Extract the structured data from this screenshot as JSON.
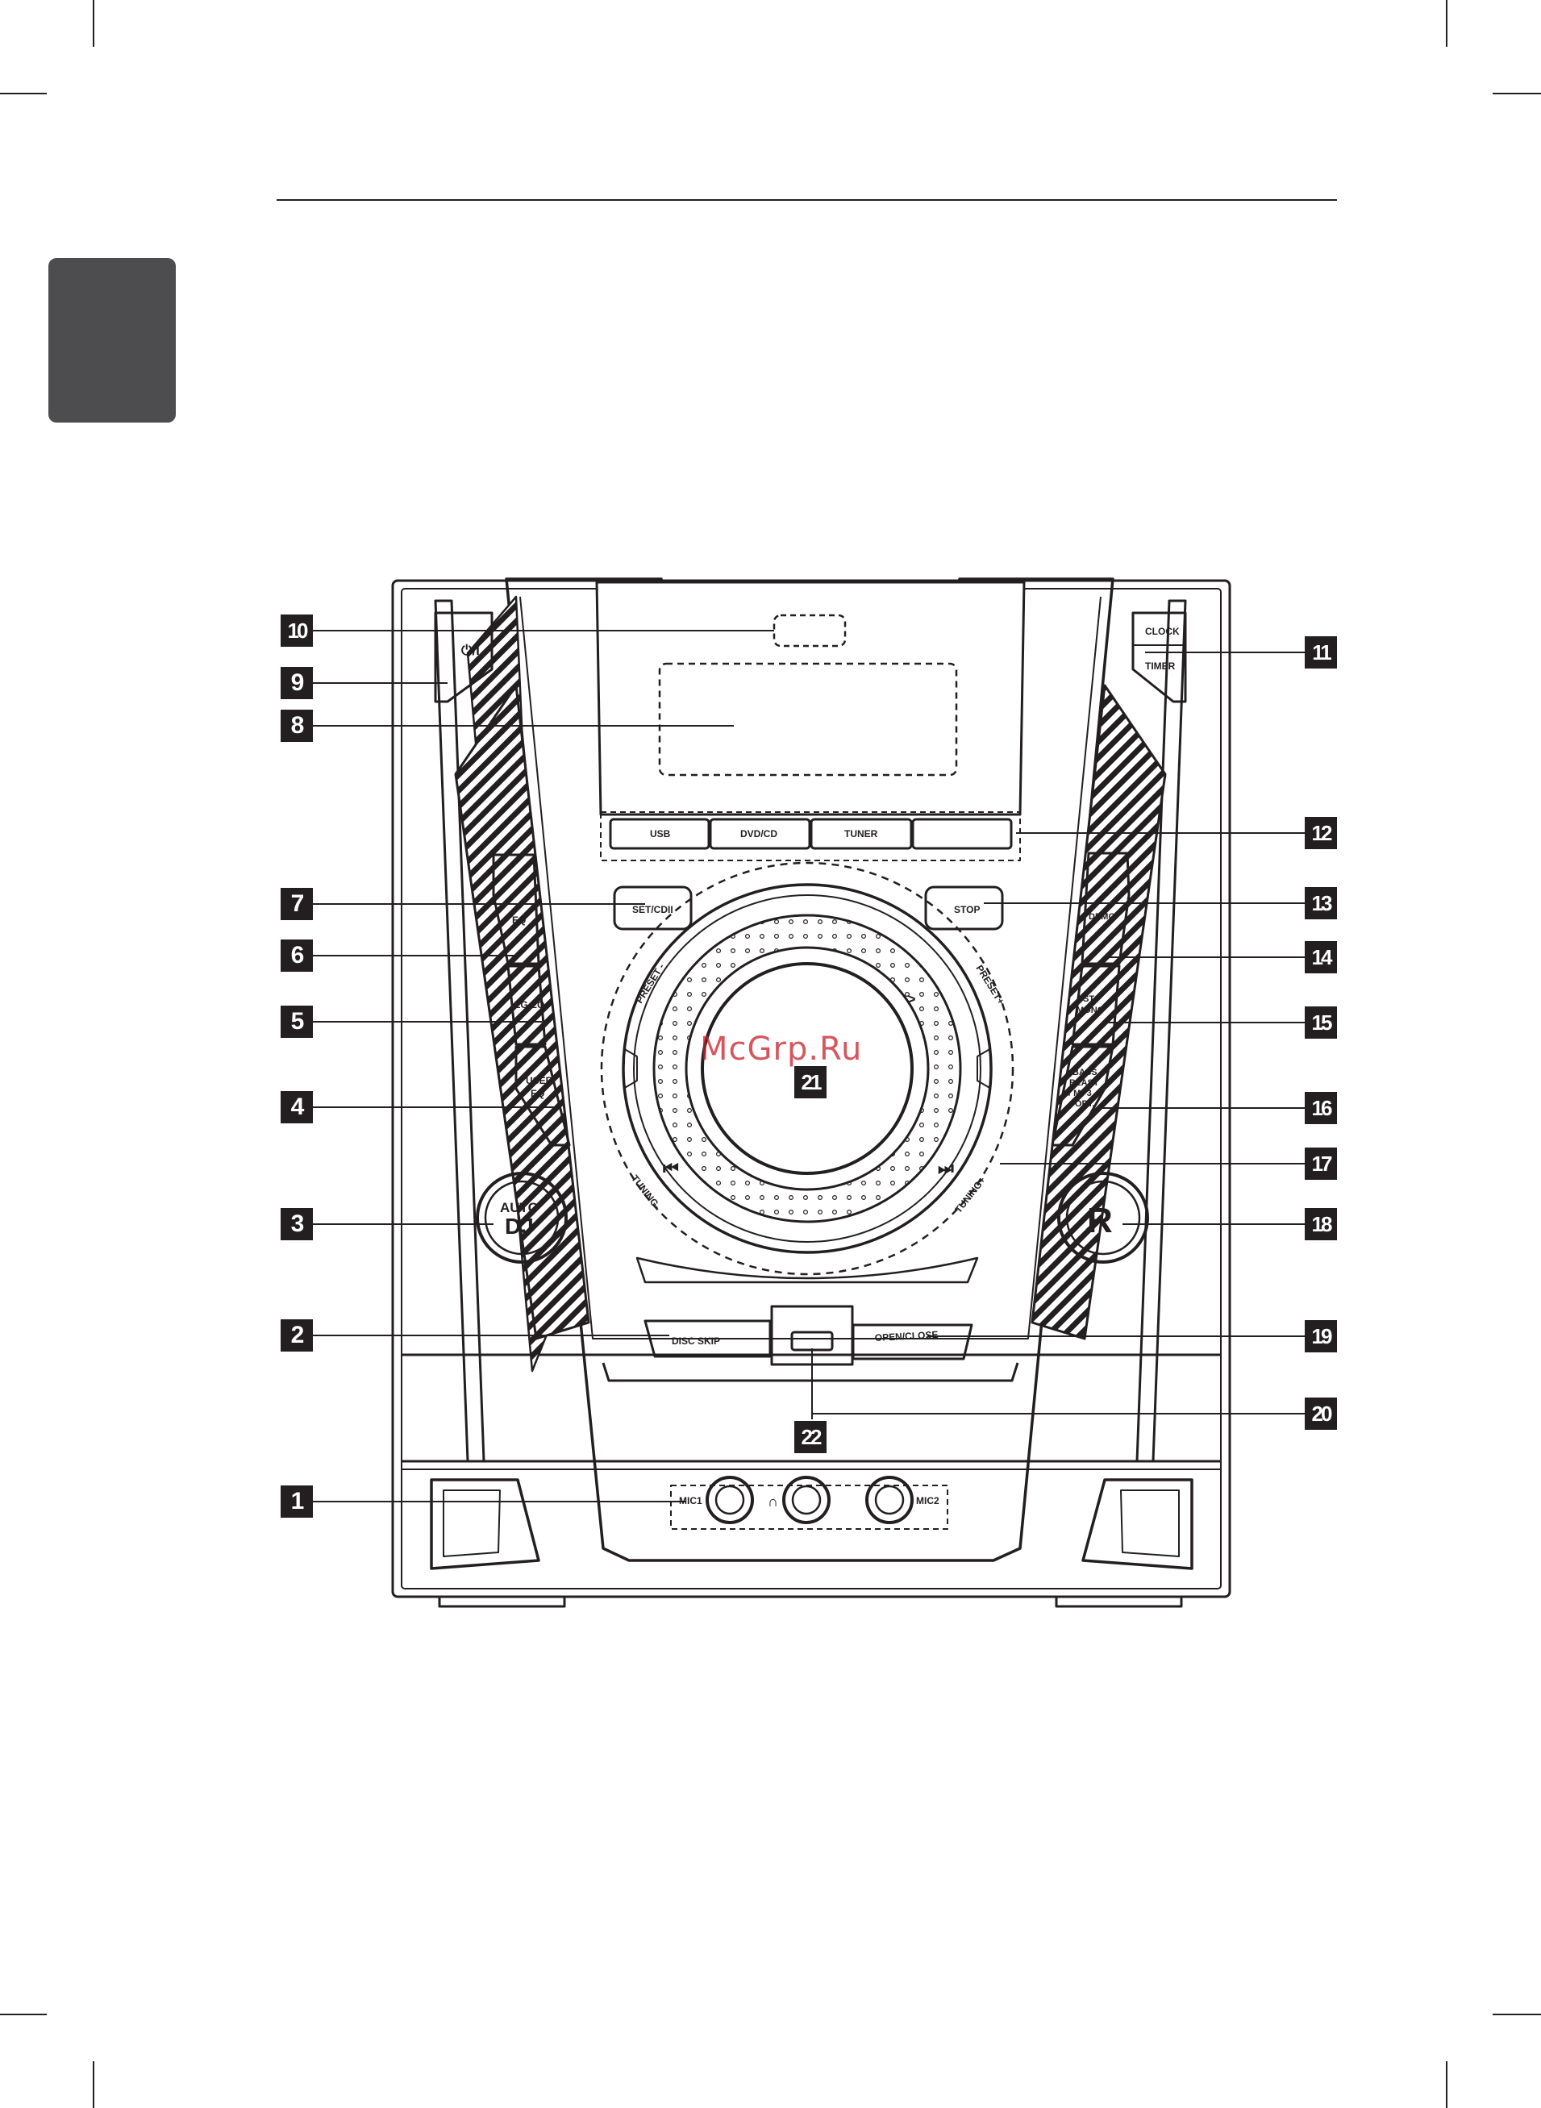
{
  "document": {
    "watermark": "McGrp.Ru",
    "callouts": {
      "c1": "1",
      "c2": "2",
      "c3": "3",
      "c4": "4",
      "c5": "5",
      "c6": "6",
      "c7": "7",
      "c8": "8",
      "c9": "9",
      "c10": "10",
      "c11": "11",
      "c12": "12",
      "c13": "13",
      "c14": "14",
      "c15": "15",
      "c16": "16",
      "c17": "17",
      "c18": "18",
      "c19": "19",
      "c20": "20",
      "c21": "21",
      "c22": "22"
    },
    "labels": {
      "power": "⏻/I",
      "clock": "CLOCK",
      "timer": "TIMER",
      "usb": "USB",
      "dvd_cd": "DVD/CD",
      "tuner": "TUNER",
      "set_cdii": "SET/CDII",
      "stop": "STOP",
      "eq": "EQ",
      "lg_eq": "LG EQ",
      "user_eq_1": "USER",
      "user_eq_2": "EQ",
      "demo": "DEMO",
      "st_mono_1": "ST./",
      "st_mono_2": "MONO",
      "bass_1": "BASS",
      "bass_2": "BLAST",
      "bass_3": "/ MP3",
      "bass_4": "OPT.",
      "preset_minus": "PRESET -",
      "preset_plus": "PRESET+",
      "tuning_minus": "-TUNING-",
      "tuning_plus": "TUNING+",
      "prev": "⏮",
      "next": "⏭",
      "arrow": ">",
      "auto": "AUTO",
      "dj": "DJ",
      "rec": "R",
      "disc_skip": "DISC SKIP",
      "open_close": "OPEN/CLOSE",
      "mic1": "MIC1",
      "mic2": "MIC2",
      "headphone": "∩"
    }
  }
}
